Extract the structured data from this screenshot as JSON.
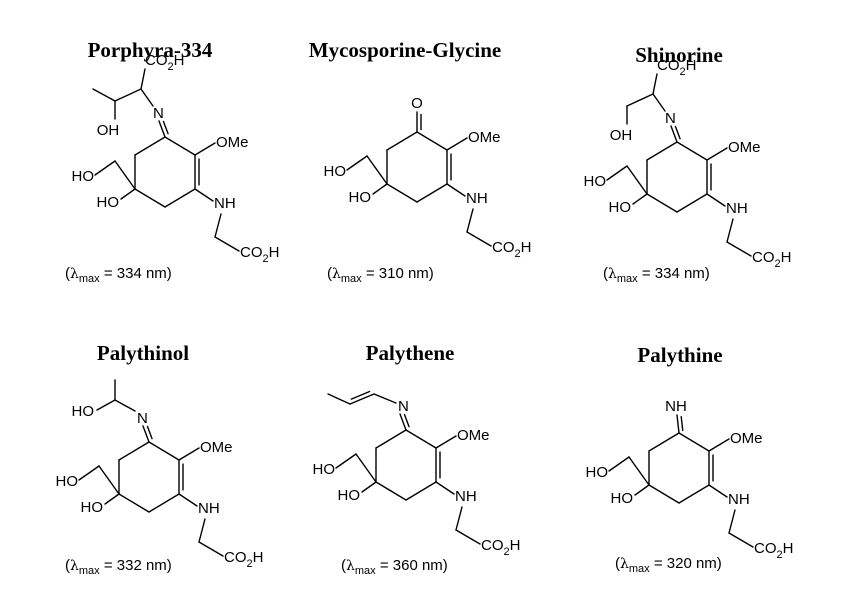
{
  "compounds": [
    {
      "name": "Porphyra-334",
      "lambda_max": "334",
      "labels": {
        "co2h_top": "CO2H",
        "imine_n": "N",
        "side_oh": "OH",
        "ome": "OMe",
        "ho_ch2": "HO",
        "ho_ring": "HO",
        "nh": "NH",
        "co2h_bottom": "CO2H"
      }
    },
    {
      "name": "Mycosporine-Glycine",
      "lambda_max": "310",
      "labels": {
        "ketone_o": "O",
        "ome": "OMe",
        "ho_ch2": "HO",
        "ho_ring": "HO",
        "nh": "NH",
        "co2h_bottom": "CO2H"
      }
    },
    {
      "name": "Shinorine",
      "lambda_max": "334",
      "labels": {
        "co2h_top": "CO2H",
        "imine_n": "N",
        "side_oh": "OH",
        "ome": "OMe",
        "ho_ch2": "HO",
        "ho_ring": "HO",
        "nh": "NH",
        "co2h_bottom": "CO2H"
      }
    },
    {
      "name": "Palythinol",
      "lambda_max": "332",
      "labels": {
        "side_ho": "HO",
        "imine_n": "N",
        "ome": "OMe",
        "ho_ch2": "HO",
        "ho_ring": "HO",
        "nh": "NH",
        "co2h_bottom": "CO2H"
      }
    },
    {
      "name": "Palythene",
      "lambda_max": "360",
      "labels": {
        "imine_n": "N",
        "ome": "OMe",
        "ho_ch2": "HO",
        "ho_ring": "HO",
        "nh": "NH",
        "co2h_bottom": "CO2H"
      }
    },
    {
      "name": "Palythine",
      "lambda_max": "320",
      "labels": {
        "imine_nh": "NH",
        "ome": "OMe",
        "ho_ch2": "HO",
        "ho_ring": "HO",
        "nh": "NH",
        "co2h_bottom": "CO2H"
      }
    }
  ],
  "caption_format": {
    "prefix": "(",
    "lambda_symbol": "λ",
    "lambda_subscript": "max",
    "equals": " = ",
    "unit": " nm)"
  }
}
